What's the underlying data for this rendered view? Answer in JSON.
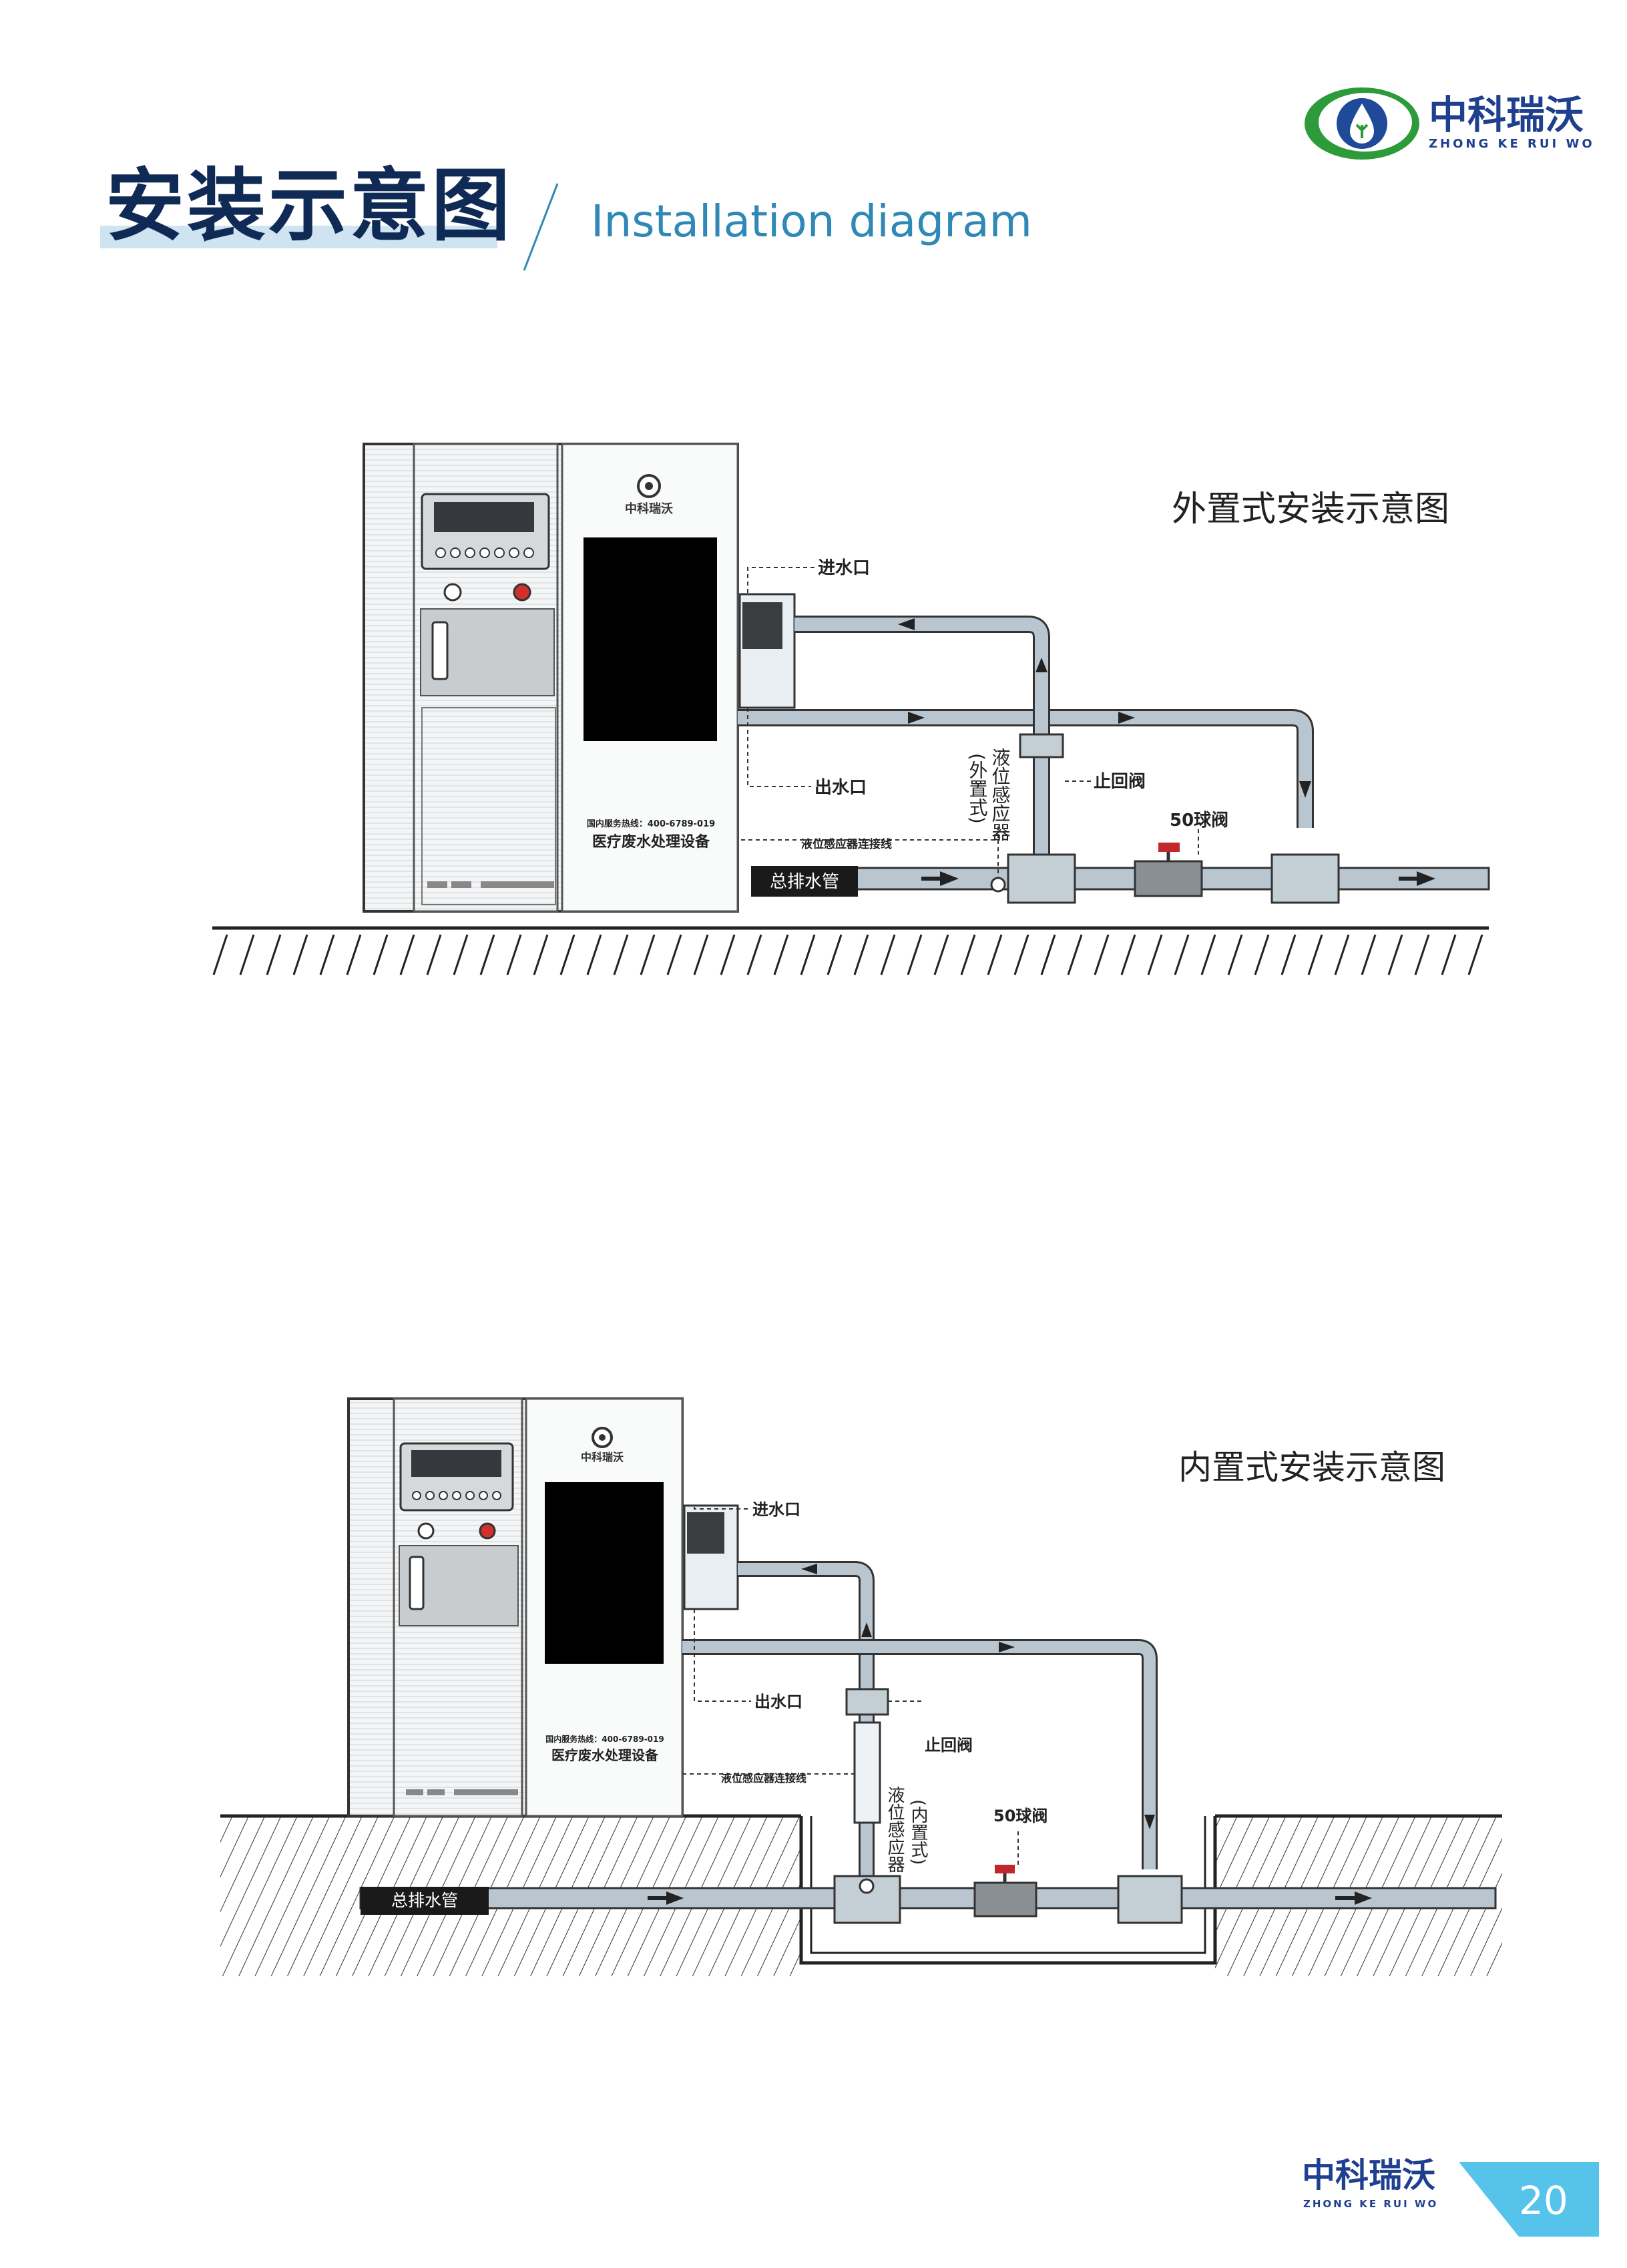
{
  "header": {
    "title_cn": "安装示意图",
    "title_en": "Installation diagram",
    "logo_cn": "中科瑞沃",
    "logo_en": "ZHONG KE RUI WO"
  },
  "diagram_top": {
    "title": "外置式安装示意图",
    "label_inlet": "进水口",
    "label_outlet": "出水口",
    "label_check_valve": "止回阀",
    "label_ball_valve": "50球阀",
    "label_sensor": "液位感应器",
    "label_sensor_type": "(外置式)",
    "label_sensor_cable": "液位感应器连接线",
    "label_main_drain": "总排水管",
    "machine_hotline": "国内服务热线：400-6789-019",
    "machine_name": "医疗废水处理设备",
    "machine_brand": "中科瑞沃"
  },
  "diagram_bottom": {
    "title": "内置式安装示意图",
    "label_inlet": "进水口",
    "label_outlet": "出水口",
    "label_check_valve": "止回阀",
    "label_ball_valve": "50球阀",
    "label_sensor": "液位感应器",
    "label_sensor_type": "(内置式)",
    "label_sensor_cable": "液位感应器连接线",
    "label_main_drain": "总排水管",
    "machine_hotline": "国内服务热线：400-6789-019",
    "machine_name": "医疗废水处理设备",
    "machine_brand": "中科瑞沃"
  },
  "footer": {
    "logo_cn": "中科瑞沃",
    "logo_en": "ZHONG KE RUI WO",
    "page_number": "20"
  },
  "colors": {
    "title_navy": "#0f2a55",
    "accent_blue": "#2f88b6",
    "logo_green": "#2e9b3a",
    "page_tab": "#56c3ea",
    "pipe_fill": "#b9c6cf",
    "pipe_stroke": "#333333",
    "valve_red": "#c0282b"
  },
  "icons": [
    "logo-drop-icon",
    "arrow-right-icon",
    "arrow-down-icon",
    "arrow-up-icon",
    "arrow-left-icon"
  ]
}
